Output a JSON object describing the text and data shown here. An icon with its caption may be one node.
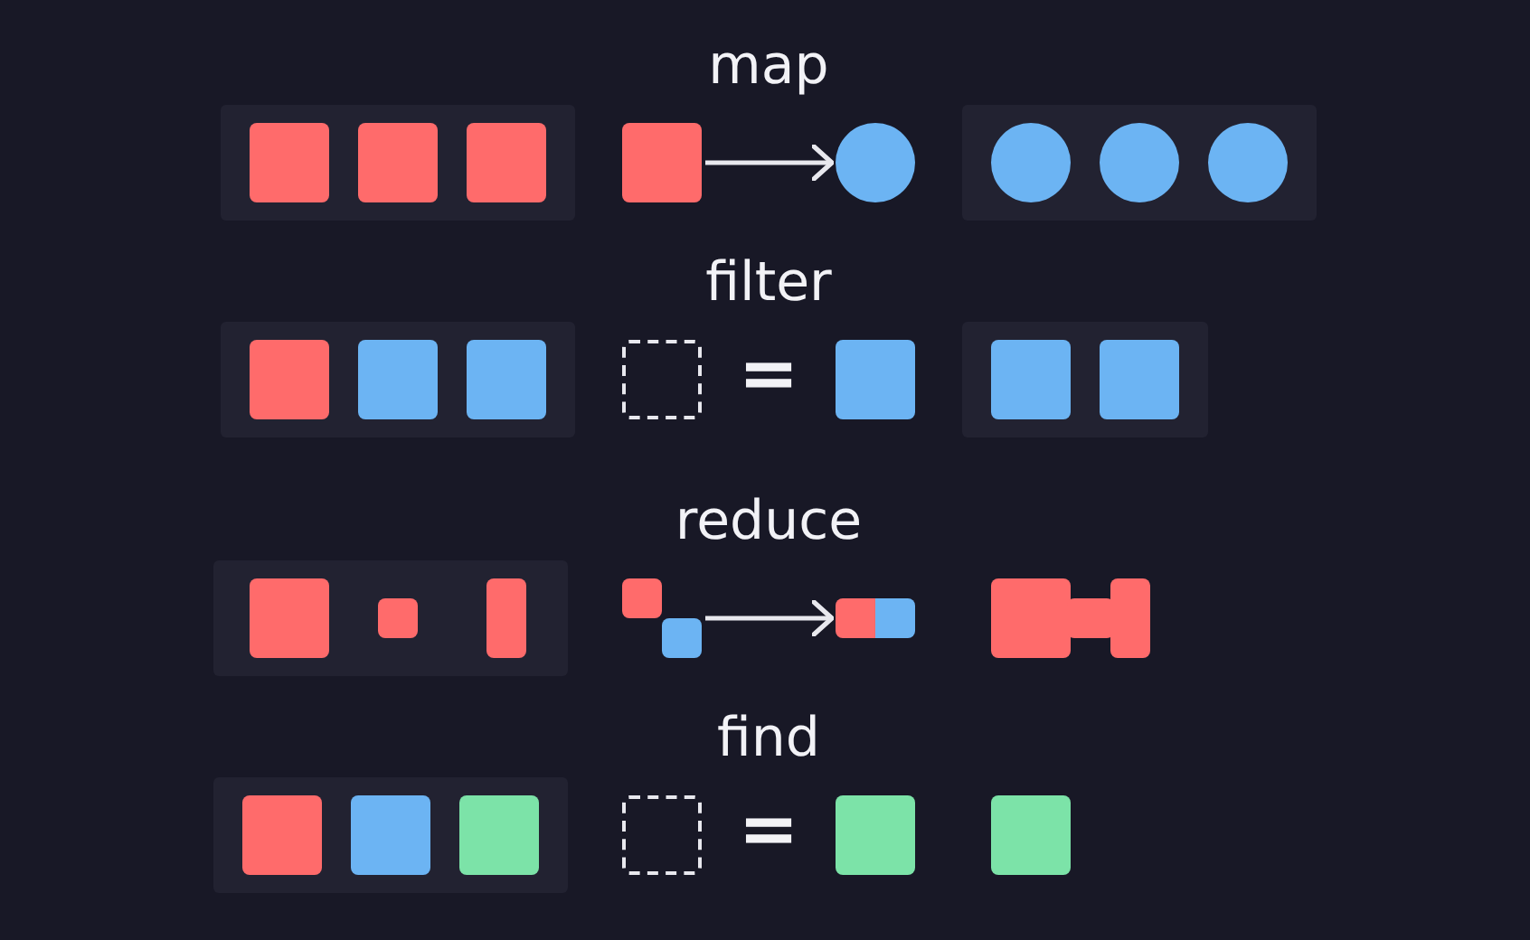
{
  "diagram": {
    "nodes": [
      {
        "text": [],
        "shape": "box"
      },
      {
        "text": [],
        "shape": "box"
      },
      {
        "text": [],
        "shape": "box"
      },
      {
        "text": [],
        "shape": "box"
      },
      {
        "text": [],
        "shape": "circle"
      },
      {
        "text": [],
        "shape": "circle"
      },
      {
        "text": [],
        "shape": "circle"
      },
      {
        "text": [],
        "shape": "circle"
      },
      {
        "text": [],
        "shape": "box"
      },
      {
        "text": [],
        "shape": "box"
      },
      {
        "text": [],
        "shape": "box"
      },
      {
        "text": [],
        "shape": "box"
      },
      {
        "text": [],
        "shape": "box"
      },
      {
        "text": [],
        "shape": "box"
      },
      {
        "text": [],
        "shape": "box"
      },
      {
        "text": [],
        "shape": "box"
      },
      {
        "text": [],
        "shape": "box"
      },
      {
        "text": [],
        "shape": "bar"
      },
      {
        "text": [],
        "shape": "picture"
      },
      {
        "text": [],
        "shape": "box"
      },
      {
        "text": [],
        "shape": "box"
      },
      {
        "text": [],
        "shape": "box"
      },
      {
        "text": [],
        "shape": "bar"
      },
      {
        "text": [],
        "shape": "box"
      },
      {
        "text": [],
        "shape": "box"
      },
      {
        "text": [],
        "shape": "box"
      },
      {
        "text": [],
        "shape": "box"
      },
      {
        "text": [],
        "shape": "box"
      },
      {
        "text": [],
        "shape": "box"
      }
    ],
    "edges": [
      {
        "from": 3,
        "to": 4,
        "arrow": "to"
      },
      {
        "from": 18,
        "to": 19,
        "arrow": "to"
      }
    ],
    "labels": [
      "map",
      "filter",
      "=",
      "reduce",
      "find",
      "="
    ]
  }
}
